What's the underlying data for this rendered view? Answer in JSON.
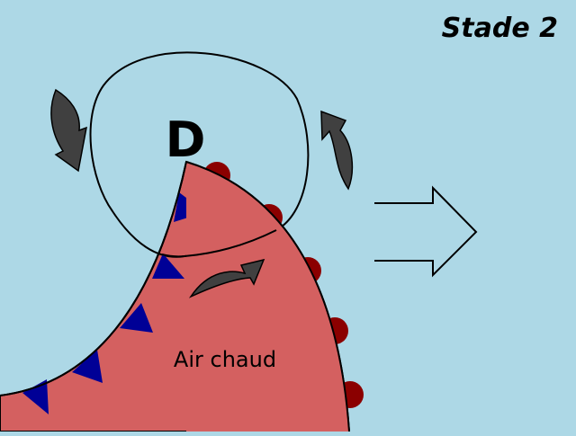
{
  "title": "Stade 2",
  "low_pressure_symbol": "D",
  "warm_air_label": "Air chaud",
  "colors": {
    "sky": "#add8e6",
    "warm_air": "#d46060",
    "cold_front": "#000096",
    "warm_front": "#8b0000",
    "circulation_arrow": "#404040"
  },
  "icons": [
    "circulation-arrow-icon",
    "movement-arrow-icon",
    "cold-front-triangle-icon",
    "warm-front-semicircle-icon"
  ]
}
